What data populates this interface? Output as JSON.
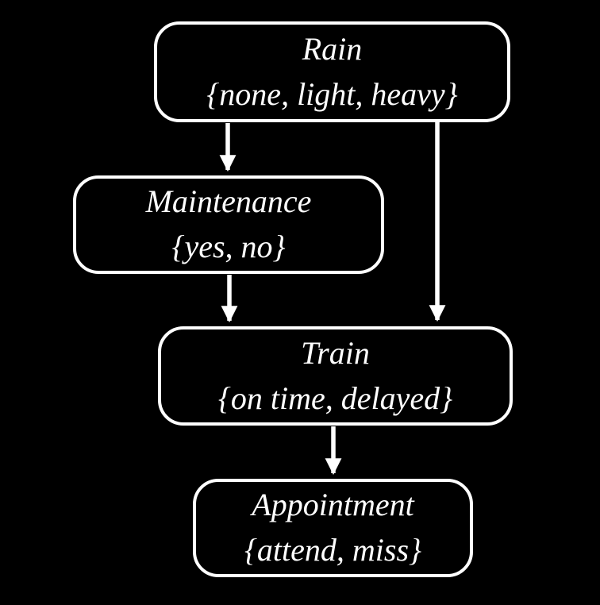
{
  "diagram": {
    "type": "bayesian-network",
    "background_color": "#000000",
    "foreground_color": "#ffffff",
    "nodes": [
      {
        "id": "rain",
        "label": "Rain",
        "values": "{none, light, heavy}"
      },
      {
        "id": "maintenance",
        "label": "Maintenance",
        "values": "{yes, no}"
      },
      {
        "id": "train",
        "label": "Train",
        "values": "{on time, delayed}"
      },
      {
        "id": "appointment",
        "label": "Appointment",
        "values": "{attend, miss}"
      }
    ],
    "edges": [
      {
        "from": "rain",
        "to": "maintenance"
      },
      {
        "from": "rain",
        "to": "train"
      },
      {
        "from": "maintenance",
        "to": "train"
      },
      {
        "from": "train",
        "to": "appointment"
      }
    ]
  }
}
